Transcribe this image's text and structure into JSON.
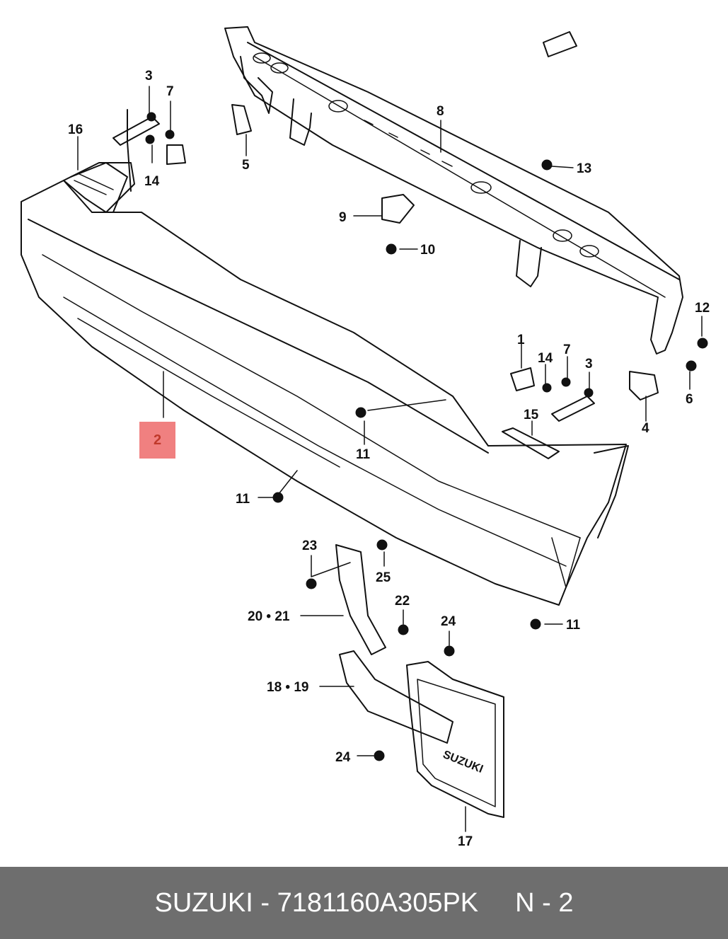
{
  "colors": {
    "background": "#ffffff",
    "lines": "#111111",
    "highlight": "#f08080",
    "highlight_text": "#c0392b",
    "footer_bg": "#6e6e6e",
    "footer_text": "#ffffff"
  },
  "highlighted_part": "2",
  "labels": {
    "p3a": "3",
    "p7a": "7",
    "p16": "16",
    "p14a": "14",
    "p5": "5",
    "p8": "8",
    "p13": "13",
    "p9": "9",
    "p10": "10",
    "p12": "12",
    "p1": "1",
    "p14b": "14",
    "p7b": "7",
    "p3b": "3",
    "p6": "6",
    "p4": "4",
    "p15": "15",
    "p11a": "11",
    "p11b": "11",
    "p11c": "11",
    "p23": "23",
    "p25": "25",
    "p22": "22",
    "p24a": "24",
    "p2021": "20 • 21",
    "p1819": "18 • 19",
    "p24b": "24",
    "p17": "17"
  },
  "mudflap_text": "SUZUKI",
  "footer": {
    "brand_part": "SUZUKI - 7181160A305PK",
    "page": "N - 2"
  }
}
